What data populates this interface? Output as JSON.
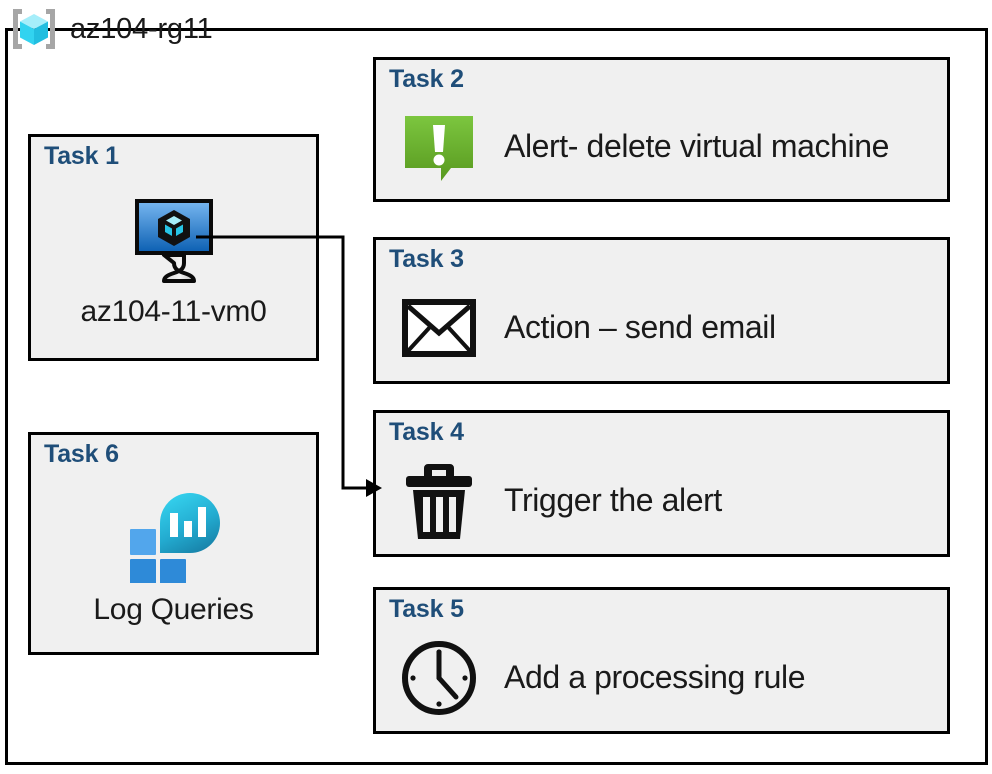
{
  "resource_group": {
    "name": "az104-rg11",
    "icon": "resource-group-icon"
  },
  "colors": {
    "task_label": "#1F4E79",
    "card_background": "#F0F0F0",
    "card_border": "#000000",
    "alert_green_light": "#7AC143",
    "alert_green_dark": "#5A9E23",
    "vm_blue_light": "#64A9E8",
    "vm_blue_dark": "#1565C0",
    "log_tile_light": "#50A0E8",
    "log_tile_dark": "#2E8AD8",
    "log_drop_cyan": "#32C8E8",
    "log_drop_teal": "#1B7FA8",
    "rg_bracket_gray": "#A6A6A6",
    "rg_cube_cyan": "#32D3F0",
    "rg_cube_light": "#A6EEFA"
  },
  "cards": {
    "task1": {
      "title": "Task 1",
      "caption": "az104-11-vm0",
      "icon": "virtual-machine-icon"
    },
    "task2": {
      "title": "Task 2",
      "label": "Alert- delete virtual machine",
      "icon": "alert-bubble-icon"
    },
    "task3": {
      "title": "Task 3",
      "label": "Action – send email",
      "icon": "envelope-icon"
    },
    "task4": {
      "title": "Task 4",
      "label": "Trigger the alert",
      "icon": "trash-icon"
    },
    "task5": {
      "title": "Task 5",
      "label": "Add a processing rule",
      "icon": "clock-icon"
    },
    "task6": {
      "title": "Task 6",
      "caption": "Log Queries",
      "icon": "log-analytics-icon"
    }
  },
  "connectors": [
    {
      "from": "task1-vm-icon",
      "to": "task4-card",
      "arrow": "arrowhead-right"
    }
  ]
}
